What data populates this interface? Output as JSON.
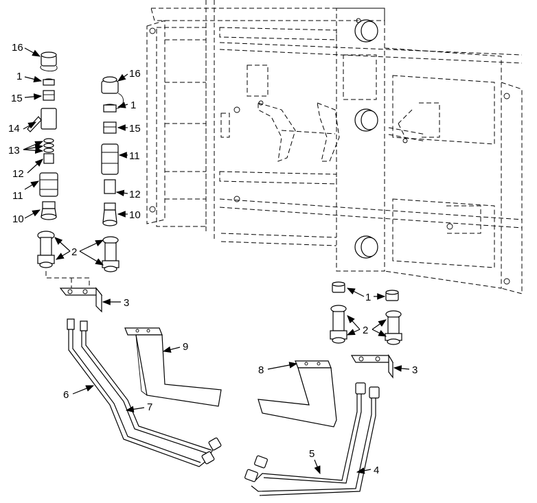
{
  "callouts": {
    "c16a": "16",
    "c1a": "1",
    "c15a": "15",
    "c14": "14",
    "c13": "13",
    "c12a": "12",
    "c11a": "11",
    "c10a": "10",
    "c16b": "16",
    "c1b": "1",
    "c15b": "15",
    "c11b": "11",
    "c12b": "12",
    "c10b": "10",
    "c2a": "2",
    "c3a": "3",
    "c9": "9",
    "c6": "6",
    "c7": "7",
    "c1c": "1",
    "c2b": "2",
    "c3b": "3",
    "c8": "8",
    "c5": "5",
    "c4": "4"
  }
}
